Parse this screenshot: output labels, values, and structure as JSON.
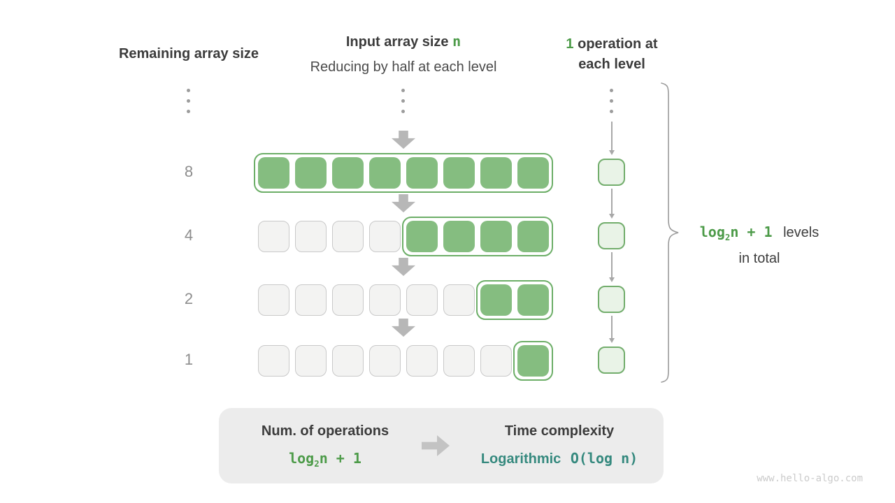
{
  "headers": {
    "remaining": "Remaining array size",
    "input": {
      "prefix": "Input array size ",
      "n": "n",
      "subtitle": "Reducing by half at each level"
    },
    "ops": {
      "one": "1",
      "line1_rest": " operation at",
      "line2": "each level"
    }
  },
  "diagram": {
    "rows": [
      {
        "label": "8",
        "total": 8,
        "active": 8
      },
      {
        "label": "4",
        "total": 8,
        "active": 4
      },
      {
        "label": "2",
        "total": 8,
        "active": 2
      },
      {
        "label": "1",
        "total": 8,
        "active": 1
      }
    ],
    "colors": {
      "cell_active": "#85bd80",
      "cell_inactive_bg": "#f3f3f2",
      "cell_inactive_border": "#c9c9c9",
      "wrapper_border": "#6cae67",
      "op_box_bg": "#e9f3e7",
      "op_box_border": "#72ad6c",
      "arrow_gray": "#b7b7b7",
      "green_text": "#4d9b49",
      "teal_text": "#35897e"
    }
  },
  "brace_label": {
    "formula_pre": "log",
    "formula_sub": "2",
    "formula_post": "n + 1",
    "rest": "levels",
    "line2": "in total"
  },
  "summary": {
    "left_title": "Num. of operations",
    "left_formula": {
      "pre": "log",
      "sub": "2",
      "post": "n + 1"
    },
    "right_title": "Time complexity",
    "right_word": "Logarithmic",
    "right_big_o": "O(log n)"
  },
  "watermark": "www.hello-algo.com"
}
